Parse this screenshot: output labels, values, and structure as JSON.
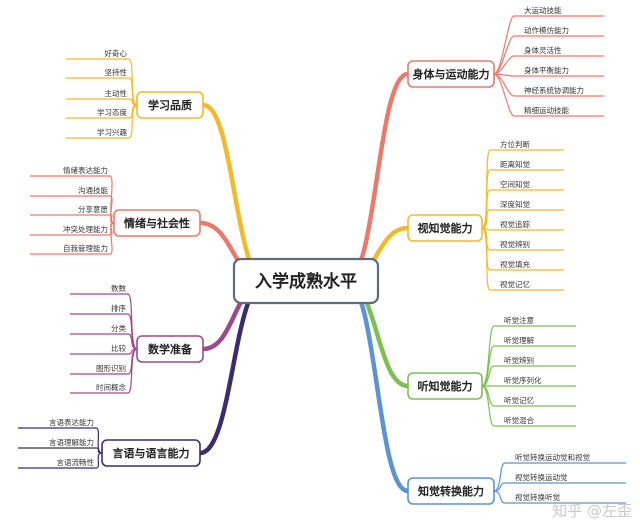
{
  "central": {
    "label": "入学成熟水平"
  },
  "branches": [
    {
      "label": "学习品质",
      "color": "#f2b92b",
      "children": [
        "好奇心",
        "坚持性",
        "主动性",
        "学习态度",
        "学习兴趣"
      ]
    },
    {
      "label": "情绪与社会性",
      "color": "#ea7b6c",
      "children": [
        "情绪表达能力",
        "沟通技能",
        "分享意愿",
        "冲突处理能力",
        "自我管理能力"
      ]
    },
    {
      "label": "数学准备",
      "color": "#9c4a8a",
      "children": [
        "数数",
        "排序",
        "分类",
        "比较",
        "图形识别",
        "时间概念"
      ]
    },
    {
      "label": "言语与语言能力",
      "color": "#3b2c6e",
      "children": [
        "言语表达能力",
        "言语理解能力",
        "言语流畅性"
      ]
    },
    {
      "label": "身体与运动能力",
      "color": "#ea7b6c",
      "children": [
        "大运动技能",
        "动作模仿能力",
        "身体灵活性",
        "身体平衡能力",
        "神经系统协调能力",
        "精细运动技能"
      ]
    },
    {
      "label": "视知觉能力",
      "color": "#f2b92b",
      "children": [
        "方位判断",
        "距离知觉",
        "空间知觉",
        "深度知觉",
        "视觉追踪",
        "视觉辨别",
        "视觉填充",
        "视觉记忆"
      ]
    },
    {
      "label": "听知觉能力",
      "color": "#7dbf53",
      "children": [
        "听觉注意",
        "听觉理解",
        "听觉辨别",
        "听觉序列化",
        "听觉记忆",
        "听觉混合"
      ]
    },
    {
      "label": "知觉转换能力",
      "color": "#5b93d3",
      "children": [
        "听觉转换运动觉和视觉",
        "视觉转换运动觉",
        "视觉转换听觉"
      ]
    }
  ],
  "watermark": "知乎 @左歪"
}
